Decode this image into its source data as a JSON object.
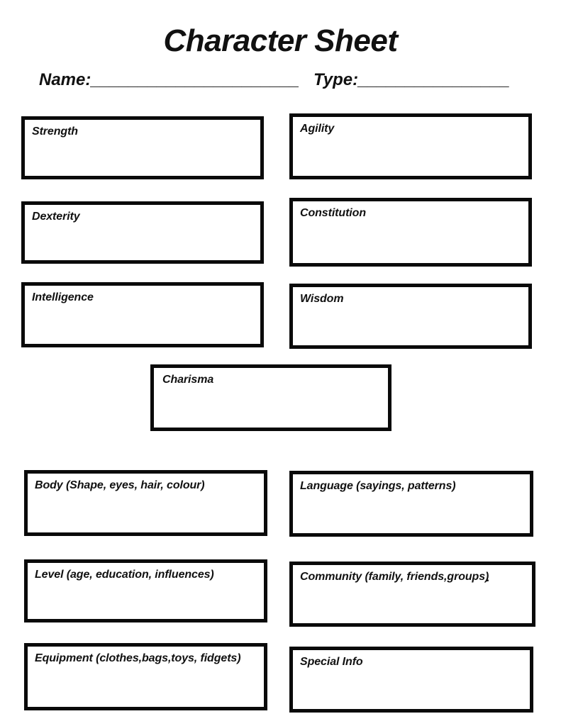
{
  "title": "Character Sheet",
  "header": {
    "name_label": "Name:",
    "name_line": "______________________",
    "type_label": "Type:",
    "type_line": "________________"
  },
  "boxes": {
    "strength": {
      "label": "Strength"
    },
    "agility": {
      "label": "Agility"
    },
    "dexterity": {
      "label": "Dexterity"
    },
    "constitution": {
      "label": "Constitution"
    },
    "intelligence": {
      "label": "Intelligence"
    },
    "wisdom": {
      "label": "Wisdom"
    },
    "charisma": {
      "label": "Charisma"
    },
    "body": {
      "label": "Body (Shape, eyes, hair, colour)"
    },
    "language": {
      "label": "Language (sayings, patterns)"
    },
    "level": {
      "label": "Level (age, education, influences)"
    },
    "community": {
      "label": "Community (family, friends,groups)",
      "stray_mark": "."
    },
    "equipment": {
      "label": "Equipment (clothes,bags,toys, fidgets)"
    },
    "special_info": {
      "label": "Special Info"
    }
  },
  "colors": {
    "ink": "#111111",
    "box_border": "#0a0a0a",
    "page_background": "#ffffff"
  }
}
